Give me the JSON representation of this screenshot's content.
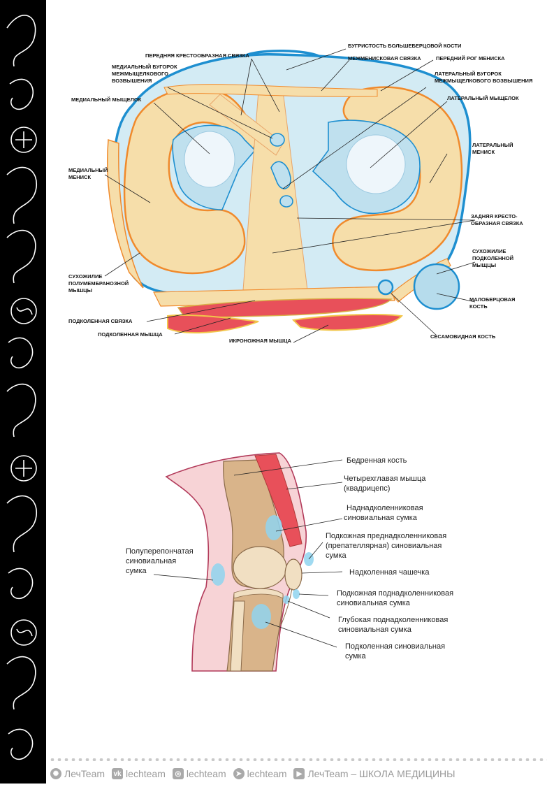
{
  "top_figure": {
    "labels": {
      "tibial_tuberosity": "БУГРИСТОСТЬ БОЛЬШЕБЕРЦОВОЙ КОСТИ",
      "anterior_cruciate": "ПЕРЕДНЯЯ КРЕСТООБРАЗНАЯ СВЯЗКА",
      "intermeniscal": "МЕЖМЕНИСКОВАЯ СВЯЗКА",
      "anterior_horn": "ПЕРЕДНИЙ РОГ МЕНИСКА",
      "medial_tubercle_1": "МЕДИАЛЬНЫЙ БУГОРОК",
      "medial_tubercle_2": "МЕЖМЫЩЕЛКОВОГО",
      "medial_tubercle_3": "ВОЗВЫШЕНИЯ",
      "lateral_tubercle_1": "ЛАТЕРАЛЬНЫЙ БУГОРОК",
      "lateral_tubercle_2": "МЕЖМЫЩЕЛКОВОГО ВОЗВЫШЕНИЯ",
      "medial_condyle": "МЕДИАЛЬНЫЙ МЫЩЕЛОК",
      "lateral_condyle": "ЛАТЕРАЛЬНЫЙ МЫЩЕЛОК",
      "lateral_meniscus_1": "ЛАТЕРАЛЬНЫЙ",
      "lateral_meniscus_2": "МЕНИСК",
      "medial_meniscus_1": "МЕДИАЛЬНЫЙ",
      "medial_meniscus_2": "МЕНИСК",
      "posterior_cruciate_1": "ЗАДНЯЯ КРЕСТО-",
      "posterior_cruciate_2": "ОБРАЗНАЯ СВЯЗКА",
      "popliteus_tendon_1": "СУХОЖИЛИЕ",
      "popliteus_tendon_2": "ПОДКОЛЕННОЙ",
      "popliteus_tendon_3": "МЫЩЦЫ",
      "semimembranosus_1": "СУХОЖИЛИЕ",
      "semimembranosus_2": "ПОЛУМЕМБРАНОЗНОЙ",
      "semimembranosus_3": "МЫШЦЫ",
      "fibula_1": "МАЛОБЕРЦОВАЯ",
      "fibula_2": "КОСТЬ",
      "popliteal_ligament": "ПОДКОЛЕННАЯ СВЯЗКА",
      "popliteus_muscle": "ПОДКОЛЕННАЯ МЫШЦА",
      "gastrocnemius": "ИКРОНОЖНАЯ МЫШЦА",
      "sesamoid": "СЕСАМОВИДНАЯ КОСТЬ"
    }
  },
  "bottom_figure": {
    "labels": {
      "femur": "Бедренная кость",
      "quadriceps_1": "Четырехглавая мышца",
      "quadriceps_2": "(квадрицепс)",
      "suprapatellar_1": "Наднадколенниковая",
      "suprapatellar_2": "синовиальная сумка",
      "prepatellar_1": "Подкожная преднадколенниковая",
      "prepatellar_2": "(препателлярная) синовиальная",
      "prepatellar_3": "сумка",
      "semimembranosus_bursa_1": "Полуперепончатая",
      "semimembranosus_bursa_2": "синовиальная",
      "semimembranosus_bursa_3": "сумка",
      "patella": "Надколенная чашечка",
      "subcut_infrapatellar_1": "Подкожная поднадколенниковая",
      "subcut_infrapatellar_2": "синовиальная сумка",
      "deep_infrapatellar_1": "Глубокая поднадколенниковая",
      "deep_infrapatellar_2": "синовиальная сумка",
      "popliteal_bursa_1": "Подколенная синовиальная",
      "popliteal_bursa_2": "сумка"
    }
  },
  "footer": {
    "items": [
      {
        "icon": "brain-icon",
        "text": "ЛечTeam"
      },
      {
        "icon": "vk-icon",
        "text": "lechteam"
      },
      {
        "icon": "instagram-icon",
        "text": "lechteam"
      },
      {
        "icon": "telegram-icon",
        "text": "lechteam"
      },
      {
        "icon": "youtube-icon",
        "text": "ЛечTeam – ШКОЛА МЕДИЦИНЫ"
      }
    ]
  },
  "colors": {
    "meniscus": "#f6deaa",
    "tibia_plateau": "#cfe8f2",
    "outline_blue": "#1e8fd0",
    "orange": "#f08a2c",
    "muscle_red": "#e8505a",
    "skin_pink": "#f7d3d6",
    "bone_tan": "#d9b48a"
  }
}
